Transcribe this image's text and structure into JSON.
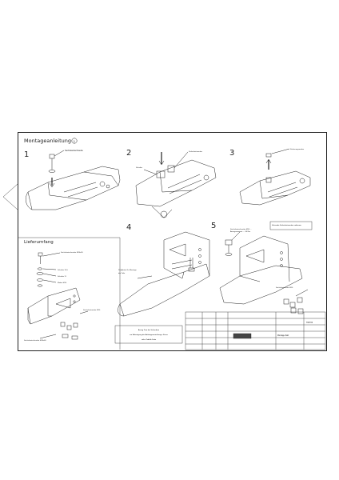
{
  "section_titles": {
    "assembly": "Montageanleitung",
    "delivery": "Lieferumfang"
  },
  "step_numbers": [
    "1",
    "2",
    "3",
    "4",
    "5"
  ],
  "assembly_circle_index": "1",
  "notes": {
    "note_step3": "Schraube Sicherheitsmutter entfernen",
    "footer_line1": "Anzug Zum der Schrauben",
    "footer_line2": "zur Befestigung des Anhängevorrichtungs- Kreuz",
    "footer_line3": "siehe Tabelle Seite"
  },
  "title_block": {
    "drawing_number": "T067X6",
    "drawing_title": "Montage-Satz"
  },
  "colors": {
    "line": "#222222",
    "paper": "#ffffff"
  }
}
